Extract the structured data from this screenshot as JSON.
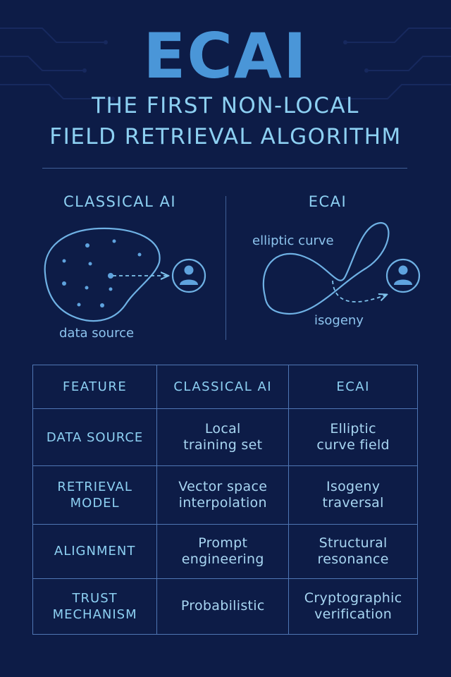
{
  "header": {
    "title": "ECAI",
    "subtitle_line1": "THE FIRST NON-LOCAL",
    "subtitle_line2": "FIELD RETRIEVAL ALGORITHM"
  },
  "panels": {
    "left": {
      "heading": "CLASSICAL AI",
      "label": "data source",
      "icon": "user-icon"
    },
    "right": {
      "heading": "ECAI",
      "curve_label": "elliptic curve",
      "path_label": "isogeny",
      "icon": "user-icon"
    }
  },
  "table": {
    "headers": [
      "FEATURE",
      "CLASSICAL AI",
      "ECAI"
    ],
    "rows": [
      {
        "feature": [
          "DATA SOURCE"
        ],
        "classical": [
          "Local",
          "training set"
        ],
        "ecai": [
          "Elliptic",
          "curve field"
        ]
      },
      {
        "feature": [
          "RETRIEVAL",
          "MODEL"
        ],
        "classical": [
          "Vector space",
          "interpolation"
        ],
        "ecai": [
          "Isogeny",
          "traversal"
        ]
      },
      {
        "feature": [
          "ALIGNMENT"
        ],
        "classical": [
          "Prompt",
          "engineering"
        ],
        "ecai": [
          "Structural",
          "resonance"
        ]
      },
      {
        "feature": [
          "TRUST",
          "MECHANISM"
        ],
        "classical": [
          "Probabilistic"
        ],
        "ecai": [
          "Cryptographic",
          "verification"
        ]
      }
    ]
  },
  "colors": {
    "background": "#0d1c47",
    "accent": "#4a96d8",
    "text": "#8dd0f2",
    "line": "#4f76b4"
  }
}
